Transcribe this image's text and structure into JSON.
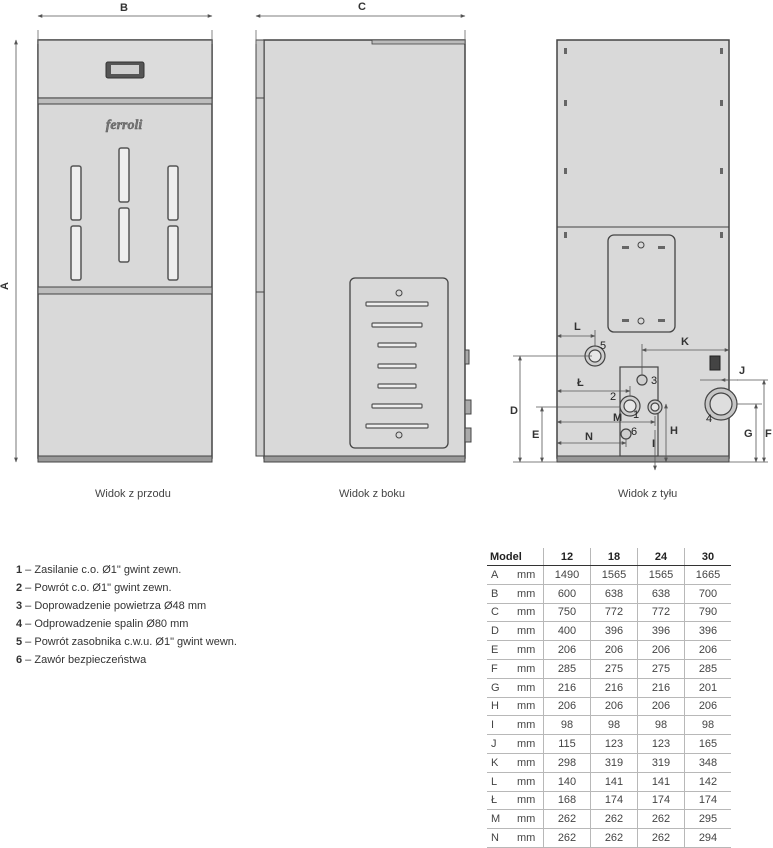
{
  "views": {
    "front": "Widok z przodu",
    "side": "Widok z boku",
    "back": "Widok z tyłu"
  },
  "brand_logo": "ferroli",
  "dim_letters": {
    "A": "A",
    "B": "B",
    "C": "C",
    "D": "D",
    "E": "E",
    "F": "F",
    "G": "G",
    "H": "H",
    "I": "I",
    "J": "J",
    "K": "K",
    "L": "L",
    "Lstroke": "Ł",
    "M": "M",
    "N": "N"
  },
  "connection_numbers": [
    "1",
    "2",
    "3",
    "4",
    "5",
    "6"
  ],
  "legend": [
    {
      "num": "1",
      "text": " – Zasilanie c.o. Ø1\" gwint zewn."
    },
    {
      "num": "2",
      "text": " – Powrót c.o. Ø1\" gwint zewn."
    },
    {
      "num": "3",
      "text": " – Doprowadzenie powietrza Ø48 mm"
    },
    {
      "num": "4",
      "text": " – Odprowadzenie spalin Ø80 mm"
    },
    {
      "num": "5",
      "text": " – Powrót zasobnika c.w.u. Ø1\" gwint wewn."
    },
    {
      "num": "6",
      "text": " – Zawór bezpieczeństwa"
    }
  ],
  "table": {
    "header": [
      "Model",
      "12",
      "18",
      "24",
      "30"
    ],
    "rows": [
      {
        "key": "A",
        "unit": "mm",
        "values": [
          "1490",
          "1565",
          "1565",
          "1665"
        ]
      },
      {
        "key": "B",
        "unit": "mm",
        "values": [
          "600",
          "638",
          "638",
          "700"
        ]
      },
      {
        "key": "C",
        "unit": "mm",
        "values": [
          "750",
          "772",
          "772",
          "790"
        ]
      },
      {
        "key": "D",
        "unit": "mm",
        "values": [
          "400",
          "396",
          "396",
          "396"
        ]
      },
      {
        "key": "E",
        "unit": "mm",
        "values": [
          "206",
          "206",
          "206",
          "206"
        ]
      },
      {
        "key": "F",
        "unit": "mm",
        "values": [
          "285",
          "275",
          "275",
          "285"
        ]
      },
      {
        "key": "G",
        "unit": "mm",
        "values": [
          "216",
          "216",
          "216",
          "201"
        ]
      },
      {
        "key": "H",
        "unit": "mm",
        "values": [
          "206",
          "206",
          "206",
          "206"
        ]
      },
      {
        "key": "I",
        "unit": "mm",
        "values": [
          "98",
          "98",
          "98",
          "98"
        ]
      },
      {
        "key": "J",
        "unit": "mm",
        "values": [
          "115",
          "123",
          "123",
          "165"
        ]
      },
      {
        "key": "K",
        "unit": "mm",
        "values": [
          "298",
          "319",
          "319",
          "348"
        ]
      },
      {
        "key": "L",
        "unit": "mm",
        "values": [
          "140",
          "141",
          "141",
          "142"
        ]
      },
      {
        "key": "Ł",
        "unit": "mm",
        "values": [
          "168",
          "174",
          "174",
          "174"
        ]
      },
      {
        "key": "M",
        "unit": "mm",
        "values": [
          "262",
          "262",
          "262",
          "295"
        ]
      },
      {
        "key": "N",
        "unit": "mm",
        "values": [
          "262",
          "262",
          "262",
          "294"
        ]
      }
    ]
  }
}
